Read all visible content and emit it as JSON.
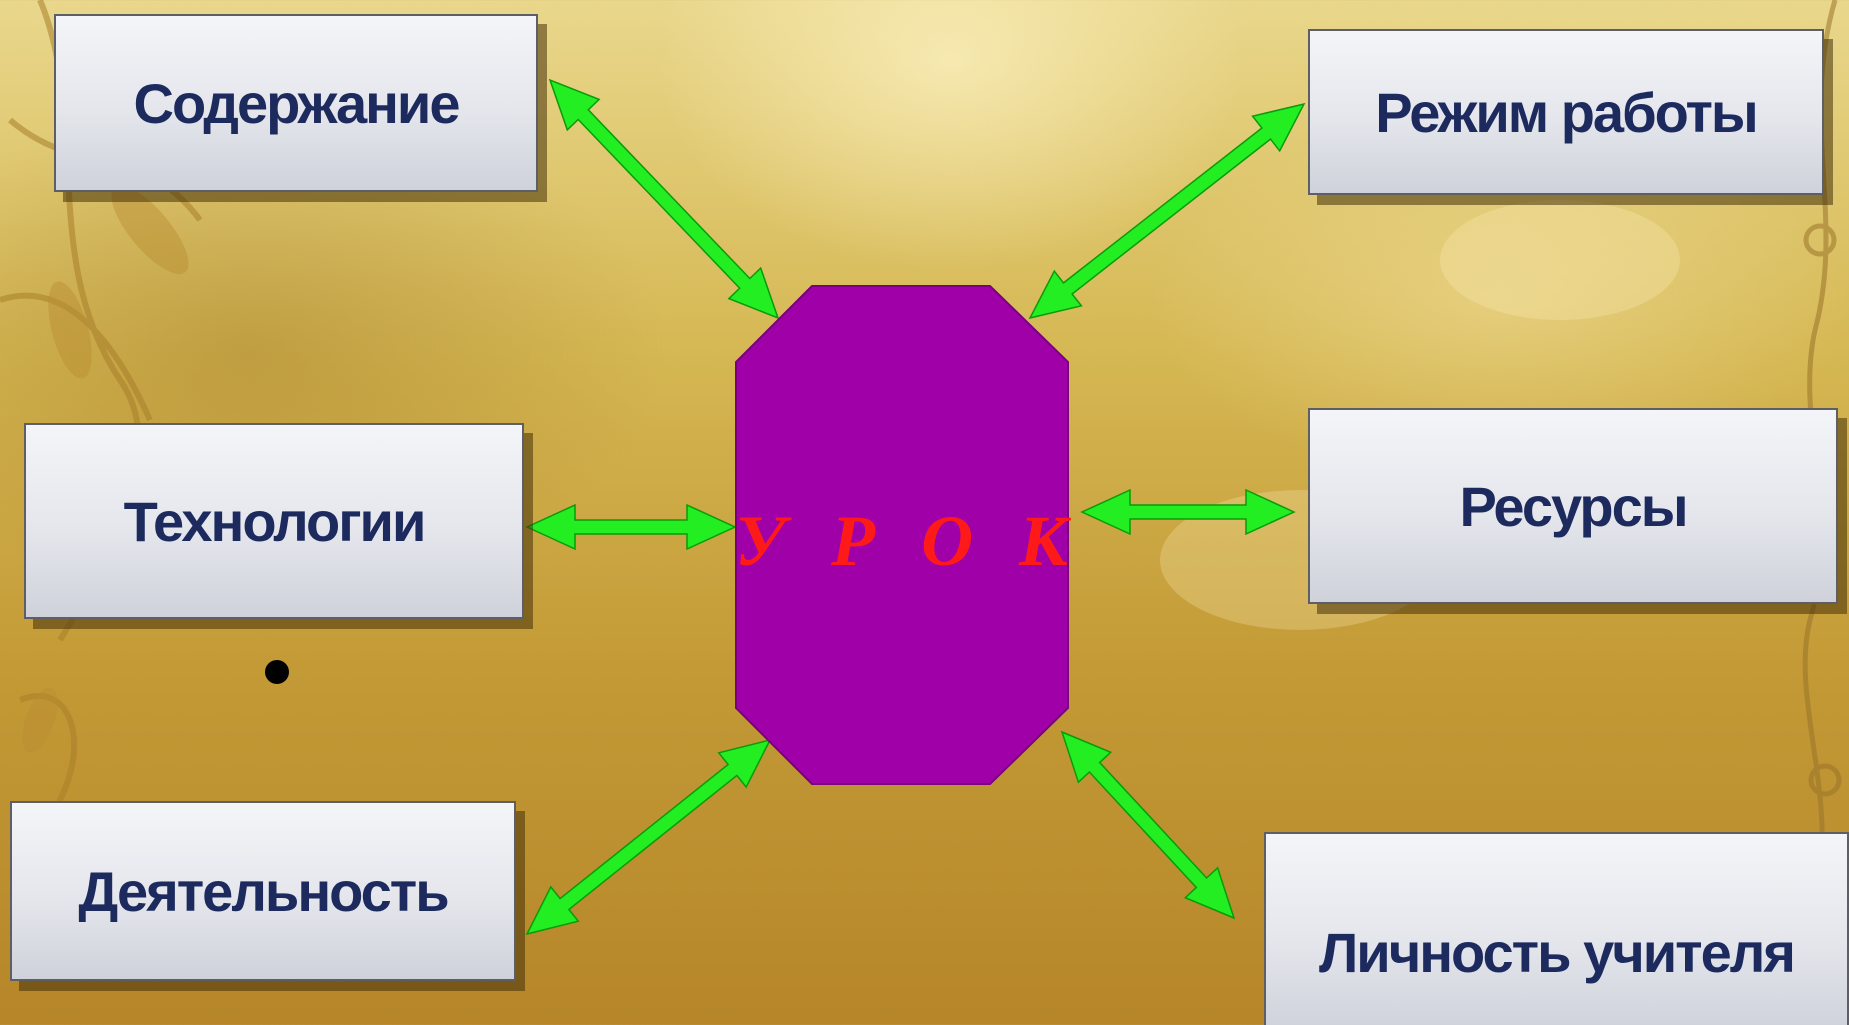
{
  "diagram": {
    "center": {
      "label": "У Р О К",
      "fill_color": "#a000a8",
      "text_color": "#ff1a1a"
    },
    "nodes": [
      {
        "id": "content",
        "label": "Содержание"
      },
      {
        "id": "mode",
        "label": "Режим работы"
      },
      {
        "id": "tech",
        "label": "Технологии"
      },
      {
        "id": "resources",
        "label": "Ресурсы"
      },
      {
        "id": "activity",
        "label": "Деятельность"
      },
      {
        "id": "teacher",
        "label": "Личность учителя"
      }
    ],
    "edges": [
      {
        "from": "center",
        "to": "content",
        "type": "bidirectional"
      },
      {
        "from": "center",
        "to": "mode",
        "type": "bidirectional"
      },
      {
        "from": "center",
        "to": "tech",
        "type": "bidirectional"
      },
      {
        "from": "center",
        "to": "resources",
        "type": "bidirectional"
      },
      {
        "from": "center",
        "to": "activity",
        "type": "bidirectional"
      },
      {
        "from": "center",
        "to": "teacher",
        "type": "bidirectional"
      }
    ],
    "box_text_color": "#1c2a5e",
    "arrow_color": "#22ee22"
  }
}
